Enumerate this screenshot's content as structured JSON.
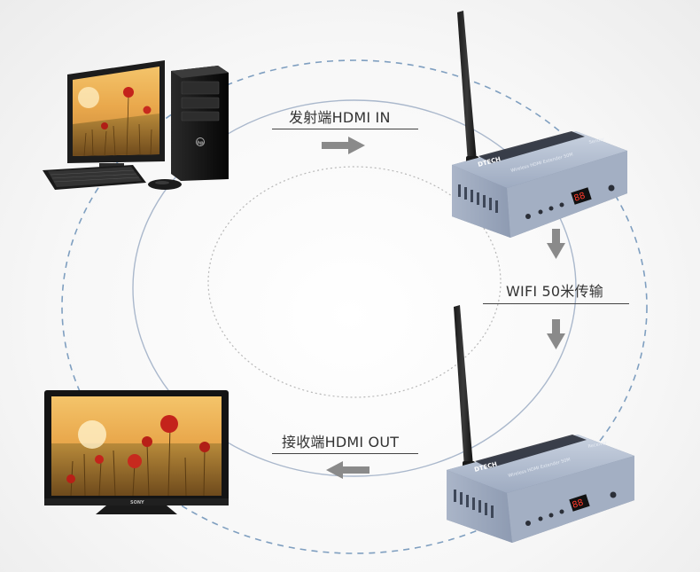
{
  "diagram": {
    "captions": {
      "sender": "发射端HDMI IN",
      "wifi": "WIFI 50米传输",
      "receiver": "接收端HDMI OUT"
    },
    "transmitter": {
      "brand": "DTECH",
      "model": "Wireless HDMI Extender 50M",
      "role": "Sender",
      "display": "88"
    },
    "receiver_unit": {
      "brand": "DTECH",
      "model": "Wireless HDMI Extender 50M",
      "role": "Receiver",
      "display": "88"
    },
    "computer": {
      "logo": "hp"
    },
    "tv": {
      "logo": "SONY"
    },
    "colors": {
      "dashed_ring": "#7f9fc0",
      "solid_ring": "#aab8cc",
      "dotted_ring": "#b8b8b8",
      "arrows": "#8a8a8a",
      "device_body": "#9aa7bd"
    }
  }
}
